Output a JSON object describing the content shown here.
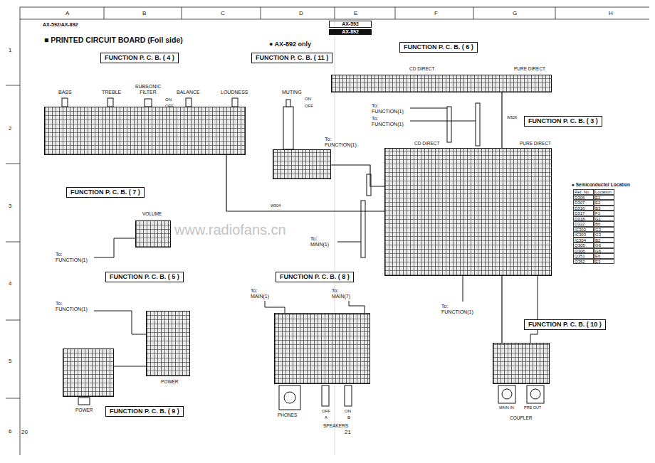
{
  "diagram": {
    "title": "■ PRINTED CIRCUIT BOARD (Foil side)",
    "nodes": [
      {
        "text": [
          "FUNCTION P. C. B. ( 4 )"
        ]
      },
      {
        "text": [
          "FUNCTION P. C. B. ( 11 )"
        ]
      },
      {
        "text": [
          "FUNCTION P. C. B. ( 6 )"
        ]
      },
      {
        "text": [
          "FUNCTION P. C. B. ( 3 )"
        ]
      },
      {
        "text": [
          "FUNCTION P. C. B. ( 7 )"
        ]
      },
      {
        "text": [
          "FUNCTION P. C. B. ( 5 )"
        ]
      },
      {
        "text": [
          "FUNCTION P. C. B. ( 8 )"
        ]
      },
      {
        "text": [
          "FUNCTION P. C. B. ( 10 )"
        ]
      },
      {
        "text": [
          "FUNCTION P. C. B. ( 9 )"
        ]
      }
    ],
    "edges": [
      {
        "from": 0,
        "to": 3,
        "arrow": "none"
      },
      {
        "from": 1,
        "to": 3,
        "arrow": "none"
      },
      {
        "from": 2,
        "to": 3,
        "arrow": "none"
      },
      {
        "from": 7,
        "to": 3,
        "arrow": "none"
      },
      {
        "from": 8,
        "to": 5,
        "arrow": "none"
      }
    ],
    "labels": [
      "AX-592/AX-892",
      "A",
      "B",
      "C",
      "D",
      "E",
      "F",
      "G",
      "H",
      "1",
      "2",
      "3",
      "4",
      "5",
      "6",
      "AX-592",
      "AX-892",
      "● AX-892 only",
      "BASS",
      "TREBLE",
      "SUBSONIC FILTER",
      "ON",
      "OFF",
      "BALANCE",
      "LOUDNESS",
      "MUTING",
      "ON",
      "OFF",
      "CD DIRECT",
      "PURE DIRECT",
      "CD DIRECT",
      "PURE DIRECT",
      "To: FUNCTION(1)",
      "To: FUNCTION(1)",
      "To: FUNCTION(1)",
      "VOLUME",
      "To: FUNCTION(1)",
      "To: MAIN(1)",
      "To: FUNCTION(1)",
      "To: MAIN(1)",
      "To: MAIN(7)",
      "To: FUNCTION(1)",
      "POWER",
      "POWER",
      "PHONES",
      "OFF",
      "ON",
      "A",
      "B",
      "SPEAKERS",
      "MAIN IN",
      "PRE OUT",
      "COUPLER",
      "W504",
      "W506",
      "www.radiofans.cn",
      "20",
      "21",
      "● Semiconductor Location",
      "Ref. No.",
      "Location",
      "D306",
      "E2",
      "D307",
      "E2",
      "D316",
      "B3",
      "D317",
      "F1",
      "D318",
      "G1",
      "D322",
      "B6",
      "IC302",
      "G3",
      "IC303",
      "G3",
      "IC304",
      "B2",
      "Q305",
      "G6",
      "Q306",
      "G6",
      "Q351",
      "E6",
      "Q352",
      "E3"
    ]
  }
}
